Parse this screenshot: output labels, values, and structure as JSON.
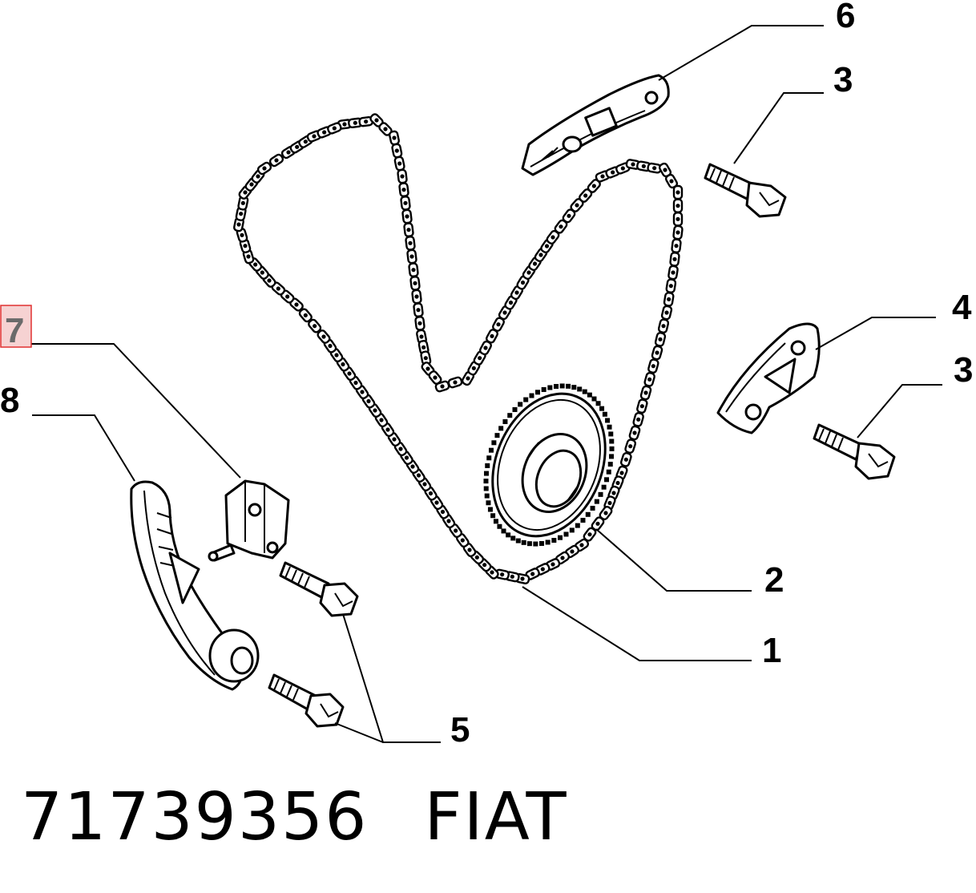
{
  "callouts": {
    "c1": "1",
    "c2": "2",
    "c3a": "3",
    "c3b": "3",
    "c4": "4",
    "c5": "5",
    "c6": "6",
    "c7": "7",
    "c8": "8"
  },
  "highlight": {
    "callout": "7",
    "box_color": "#e03030",
    "fill_color": "#f6d2d2"
  },
  "footer": {
    "part_number": "71739356",
    "brand": "FIAT"
  },
  "parts": [
    {
      "id": "1",
      "icon": "timing-chain-icon"
    },
    {
      "id": "2",
      "icon": "sprocket-icon"
    },
    {
      "id": "3",
      "icon": "bolt-icon"
    },
    {
      "id": "4",
      "icon": "chain-guide-icon"
    },
    {
      "id": "5",
      "icon": "bolt-icon"
    },
    {
      "id": "6",
      "icon": "chain-guide-icon"
    },
    {
      "id": "7",
      "icon": "tensioner-icon"
    },
    {
      "id": "8",
      "icon": "tensioner-shoe-icon"
    }
  ]
}
